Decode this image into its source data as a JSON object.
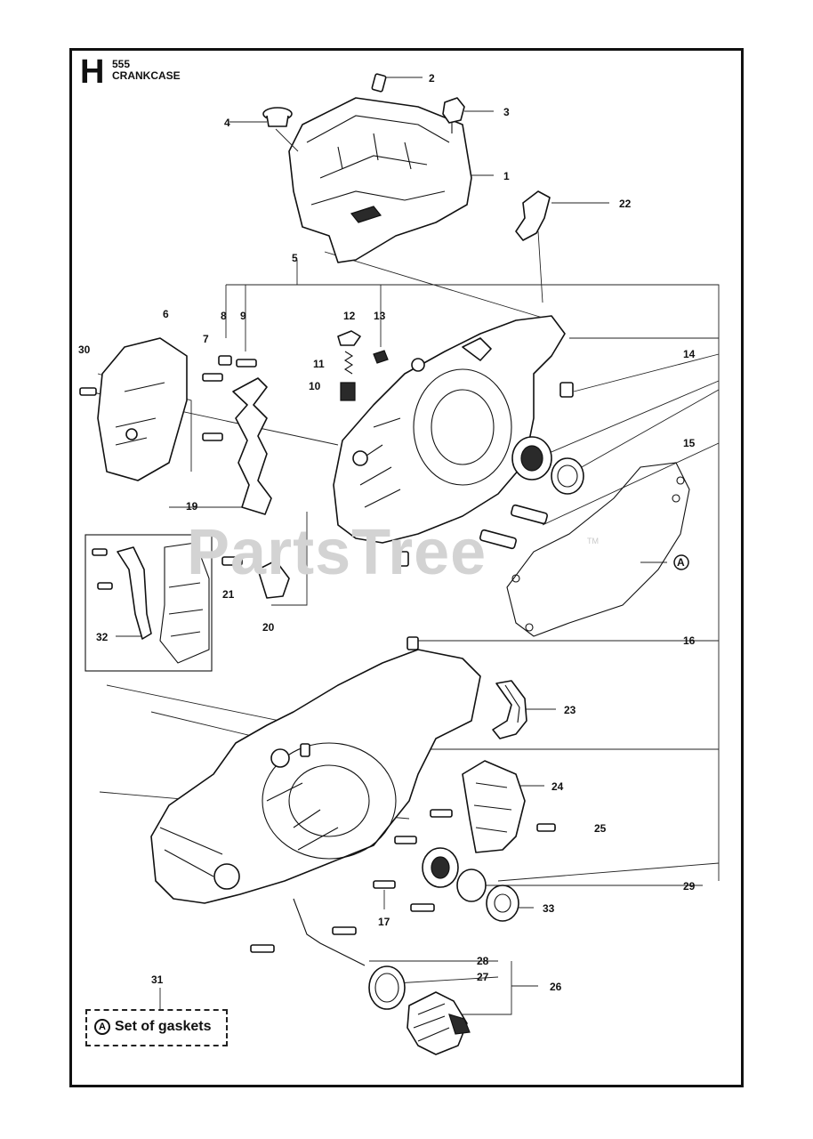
{
  "header": {
    "letter": "H",
    "model": "555",
    "title": "CRANKCASE"
  },
  "watermark": {
    "text": "PartsTree",
    "tm": "TM"
  },
  "callout_marker": "A",
  "legend": {
    "marker": "A",
    "text": "Set of gaskets"
  },
  "callouts": [
    "1",
    "2",
    "3",
    "4",
    "5",
    "6",
    "7",
    "8",
    "9",
    "10",
    "11",
    "12",
    "13",
    "14",
    "15",
    "16",
    "17",
    "19",
    "20",
    "21",
    "22",
    "23",
    "24",
    "25",
    "26",
    "27",
    "28",
    "29",
    "30",
    "31",
    "32",
    "33"
  ]
}
